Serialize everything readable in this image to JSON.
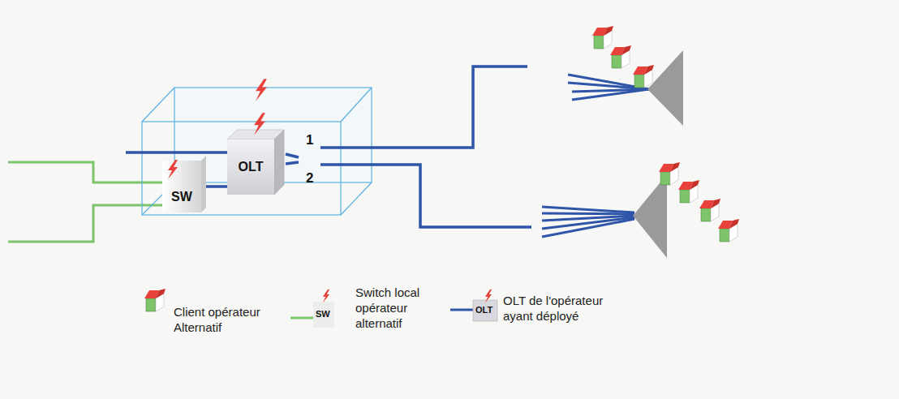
{
  "diagram": {
    "nodes": [
      {
        "text": [
          "SW"
        ]
      },
      {
        "text": [
          "OLT"
        ]
      }
    ],
    "edges": [
      {
        "from": 0,
        "to": 1,
        "arrow": "none"
      }
    ],
    "labels": [
      "1",
      "2",
      "SW",
      "OLT"
    ],
    "legend": [
      {
        "text": "Client opérateur Alternatif"
      },
      {
        "text": "Switch local opérateur alternatif"
      },
      {
        "text": "OLT de l'opérateur ayant déployé"
      }
    ]
  }
}
